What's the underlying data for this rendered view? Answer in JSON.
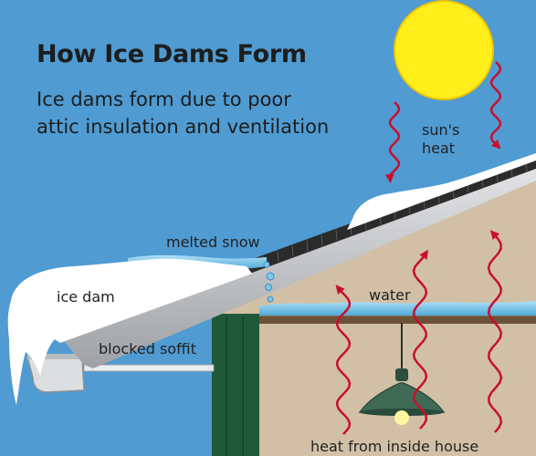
{
  "title": "How Ice Dams Form",
  "subtitle_line1": "Ice dams form due to poor",
  "subtitle_line2": "attic insulation and ventilation",
  "labels": {
    "sun_heat_line1": "sun's",
    "sun_heat_line2": "heat",
    "melted_snow": "melted snow",
    "ice_dam": "ice dam",
    "water": "water",
    "blocked_soffit": "blocked soffit",
    "heat_from_house": "heat from inside house"
  },
  "colors": {
    "sky": "#4f9bd2",
    "sun": "#ffee1a",
    "sun_outline": "#f2c400",
    "snow": "#ffffff",
    "roof_shingles": "#2b2b2b",
    "fascia": "#bdbfc2",
    "attic": "#d2c0a6",
    "wall": "#1f5a38",
    "heat_arrows": "#c8102e",
    "water": "#7cc7ea",
    "lamp": "#3f6a55"
  },
  "icons": [
    "sun-icon",
    "heat-arrow-icon",
    "pendant-lamp-icon",
    "water-droplet-icon"
  ]
}
